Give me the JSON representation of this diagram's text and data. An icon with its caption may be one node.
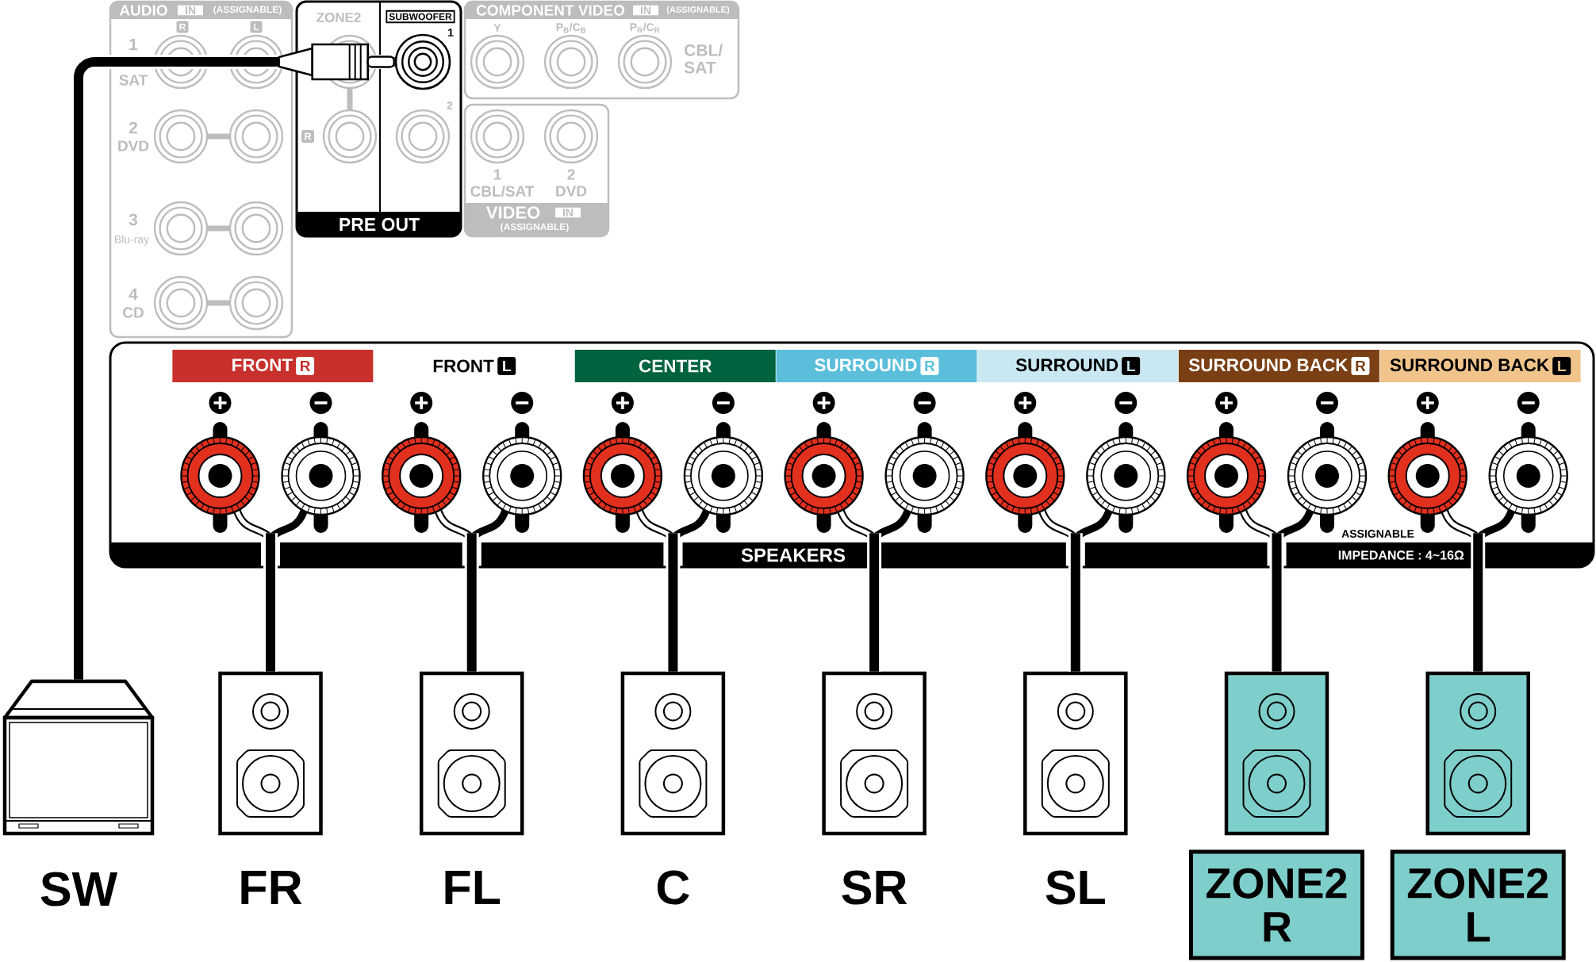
{
  "diagram": {
    "nodes": [
      {
        "text": [
          "ZONE2",
          "SUBWOOFER",
          "1",
          "2",
          "R",
          "PRE OUT"
        ]
      },
      {
        "text": [],
        "shape": "circle",
        "in": 0
      },
      {
        "text": [
          "COMPONENT VIDEO",
          "IN",
          "(ASSIGNABLE)",
          "Y",
          "P$_{B}$/C$_{B}$",
          "P$_{R}$/C$_{R}$",
          "CBL/ SAT"
        ]
      },
      {
        "text": [
          "1",
          "CBL/SAT",
          "2",
          "DVD",
          "VIDEO",
          "IN",
          "(ASSIGNABLE)"
        ]
      },
      {
        "text": [
          "ASSIGNABLE",
          "SPEAKERS",
          "IMPEDANCE : 4~16Ω"
        ]
      },
      {
        "text": [
          "FRONT",
          "R"
        ],
        "in": 4
      },
      {
        "text": [
          "FRONT",
          "L"
        ],
        "in": 4
      },
      {
        "text": [
          "CENTER"
        ],
        "in": 4
      },
      {
        "text": [
          "SURROUND",
          "R"
        ],
        "in": 4
      },
      {
        "text": [
          "SURROUND",
          "L"
        ],
        "in": 4
      },
      {
        "text": [
          "SURROUND BACK",
          "R"
        ],
        "in": 4
      },
      {
        "text": [
          "SURROUND BACK",
          "L"
        ],
        "in": 4
      },
      {
        "text": [],
        "shape": "picture",
        "in": 4
      },
      {
        "text": [],
        "shape": "picture",
        "in": 4
      },
      {
        "text": [],
        "shape": "picture",
        "in": 4
      },
      {
        "text": [],
        "shape": "picture",
        "in": 4
      },
      {
        "text": [],
        "shape": "picture",
        "in": 4
      },
      {
        "text": [],
        "shape": "picture",
        "in": 4
      },
      {
        "text": [],
        "shape": "picture",
        "in": 4
      },
      {
        "text": [],
        "shape": "picture",
        "beside": [
          "SW"
        ]
      },
      {
        "text": [],
        "shape": "picture",
        "beside": [
          "FR"
        ]
      },
      {
        "text": [],
        "shape": "picture",
        "beside": [
          "FL"
        ]
      },
      {
        "text": [],
        "shape": "picture",
        "beside": [
          "C"
        ]
      },
      {
        "text": [],
        "shape": "picture",
        "beside": [
          "SR"
        ]
      },
      {
        "text": [],
        "shape": "picture",
        "beside": [
          "SL"
        ]
      },
      {
        "text": [],
        "shape": "picture"
      },
      {
        "text": [],
        "shape": "picture"
      },
      {
        "text": [
          "ZONE2 R"
        ]
      },
      {
        "text": [
          "ZONE2 L"
        ]
      }
    ],
    "edges": [
      {
        "from": 1,
        "to": 19,
        "arrow": "other"
      },
      {
        "from": 12,
        "to": 20,
        "arrow": "none"
      },
      {
        "from": 13,
        "to": 21,
        "arrow": "none"
      },
      {
        "from": 14,
        "to": 22,
        "arrow": "none"
      },
      {
        "from": 15,
        "to": 23,
        "arrow": "none"
      },
      {
        "from": 16,
        "to": 24,
        "arrow": "none"
      },
      {
        "from": 17,
        "to": 25,
        "arrow": "none"
      },
      {
        "from": 18,
        "to": 26,
        "arrow": "none"
      }
    ],
    "labels": [
      "AUDIO",
      "IN",
      "(ASSIGNABLE)",
      "R",
      "L",
      "1",
      "SAT",
      "2",
      "DVD",
      "3",
      "Blu-ray",
      "4",
      "CD"
    ]
  }
}
